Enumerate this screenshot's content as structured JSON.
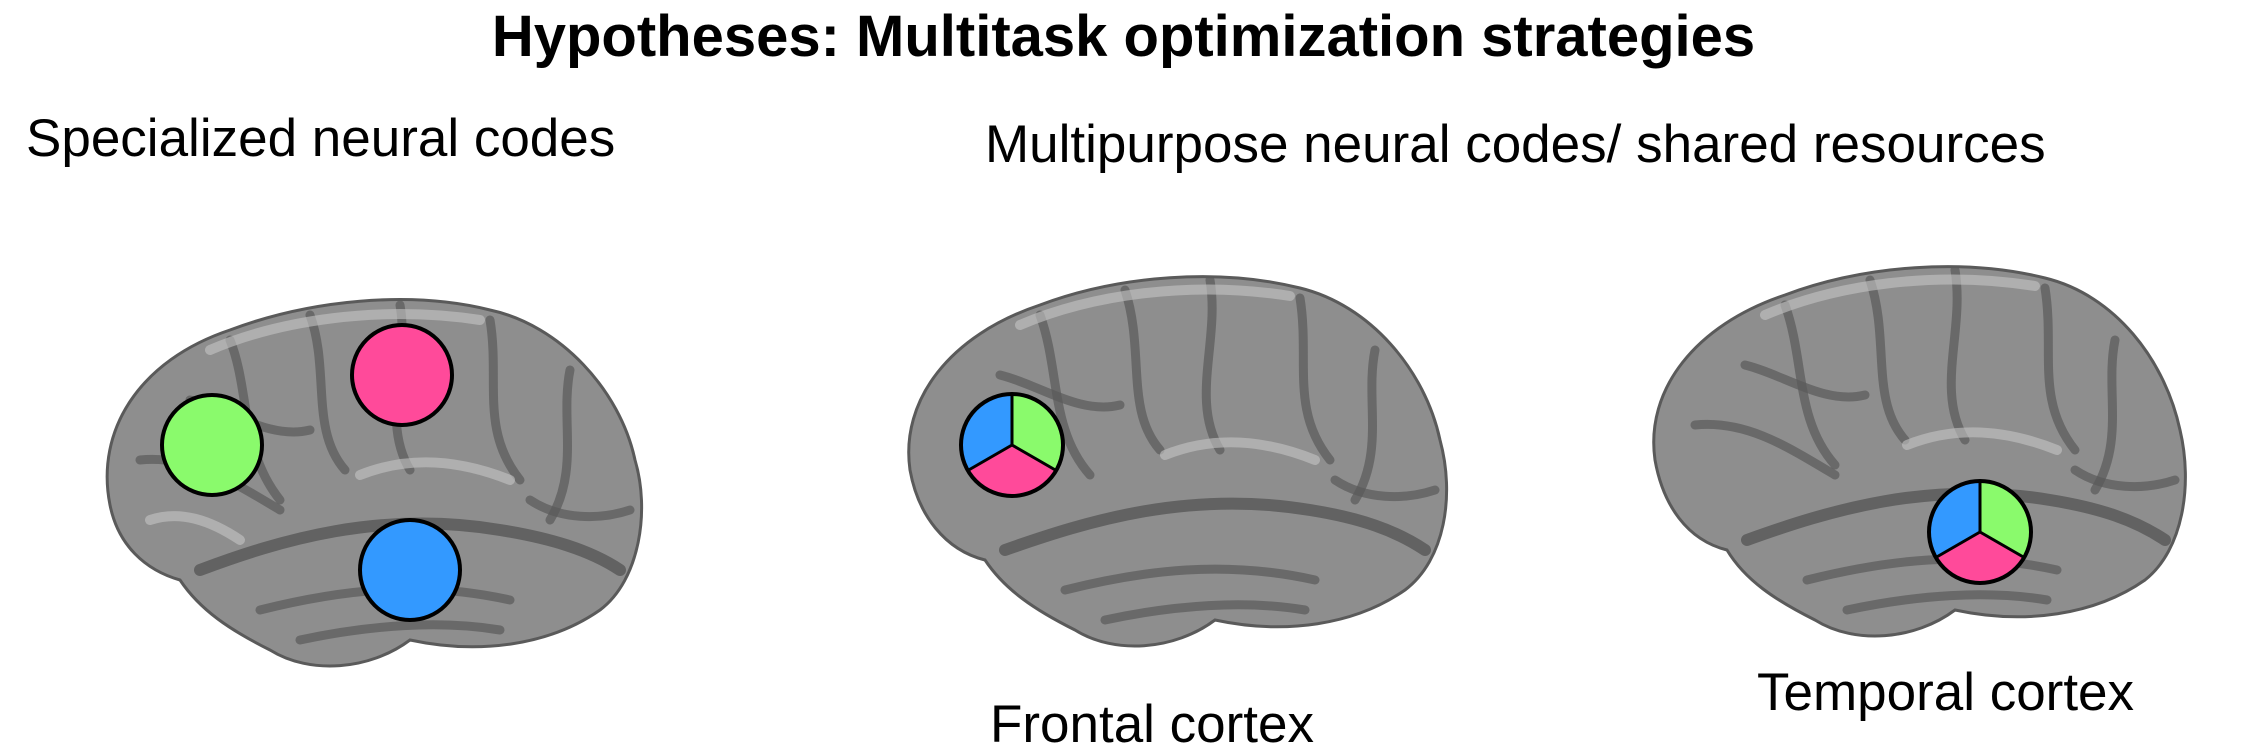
{
  "title": "Hypotheses: Multitask optimization strategies",
  "specialized": {
    "heading": "Specialized neural codes"
  },
  "multipurpose": {
    "heading": "Multipurpose neural codes/ shared resources",
    "frontal_label": "Frontal cortex",
    "temporal_label": "Temporal cortex"
  },
  "colors": {
    "green": "#8AFA6C",
    "pink": "#FF4A9A",
    "blue": "#3399FF",
    "brain_fill": "#8e8e8e",
    "brain_dark": "#5a5a5a",
    "brain_light": "#c4c4c4",
    "outline": "#000000"
  },
  "icons": {
    "brain": "brain-icon",
    "region_marker": "region-circle-icon",
    "shared_marker": "shared-pie-icon"
  }
}
